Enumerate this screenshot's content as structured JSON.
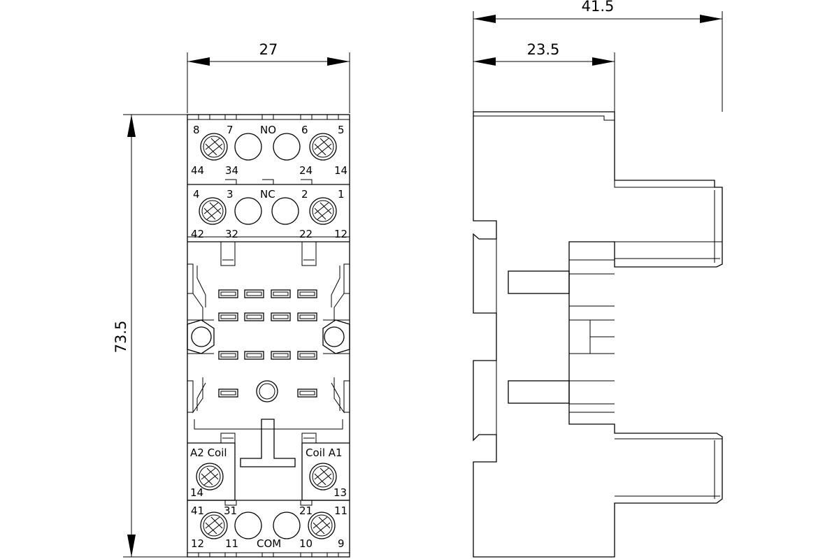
{
  "dimensions": {
    "front_width": "27",
    "front_height": "73.5",
    "side_total_width": "41.5",
    "side_partial_width": "23.5"
  },
  "front_view": {
    "top_block": {
      "row1_labels": [
        "8",
        "7",
        "NO",
        "6",
        "5"
      ],
      "row1_bottom": [
        "44",
        "34",
        "24",
        "14"
      ],
      "row2_labels": [
        "4",
        "3",
        "NC",
        "2",
        "1"
      ],
      "row2_bottom": [
        "42",
        "32",
        "22",
        "12"
      ]
    },
    "coil_block": {
      "left_label": "A2 Coil",
      "right_label": "Coil A1",
      "left_num": "14",
      "right_num": "13"
    },
    "bottom_block": {
      "top_labels": [
        "41",
        "31",
        "21",
        "11"
      ],
      "bottom_labels": [
        "12",
        "11",
        "COM",
        "10",
        "9"
      ]
    }
  }
}
